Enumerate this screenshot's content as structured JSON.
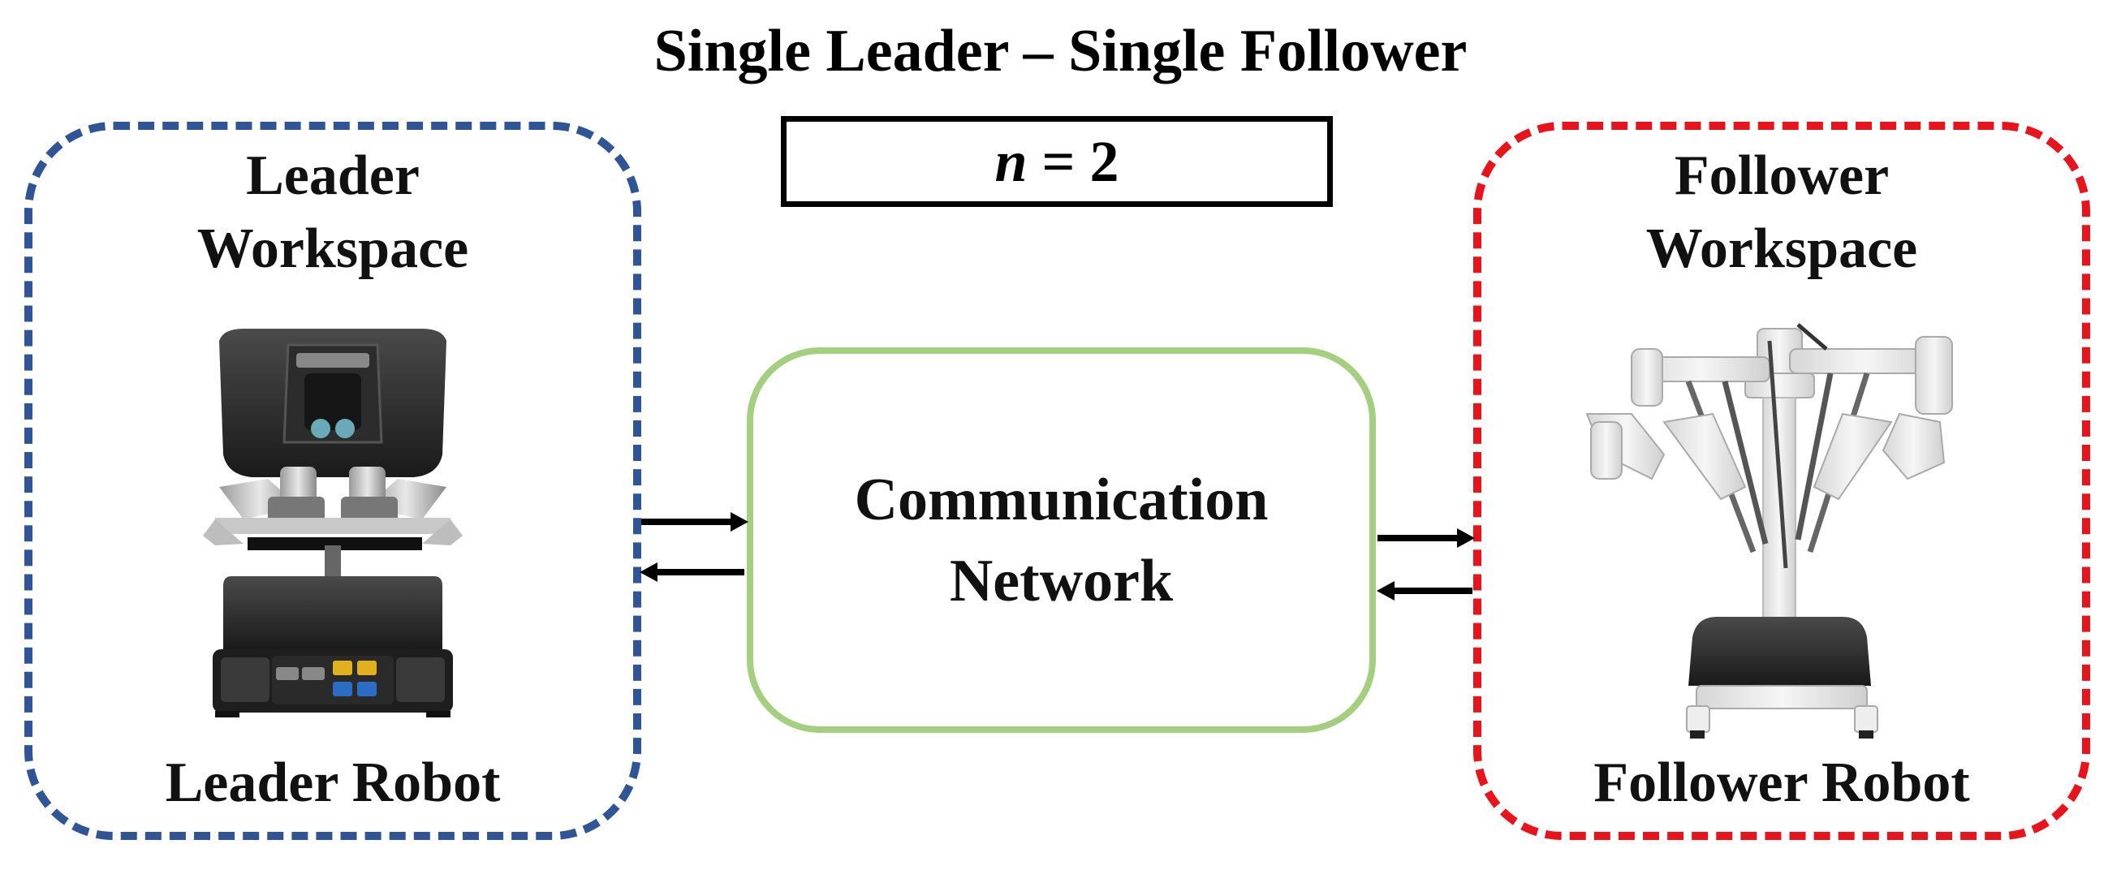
{
  "title": "Single Leader – Single Follower",
  "n_box": {
    "variable": "n",
    "operator": " = ",
    "value": "2"
  },
  "leader": {
    "workspace_line1": "Leader",
    "workspace_line2": "Workspace",
    "robot_label": "Leader Robot",
    "border_color": "#2f5597"
  },
  "follower": {
    "workspace_line1": "Follower",
    "workspace_line2": "Workspace",
    "robot_label": "Follower Robot",
    "border_color": "#e8141c"
  },
  "network": {
    "line1": "Communication",
    "line2": "Network",
    "border_color": "#a3cf7e"
  },
  "icons": [
    "leader-console-icon",
    "follower-robot-icon",
    "arrow-right-icon",
    "arrow-left-icon"
  ]
}
